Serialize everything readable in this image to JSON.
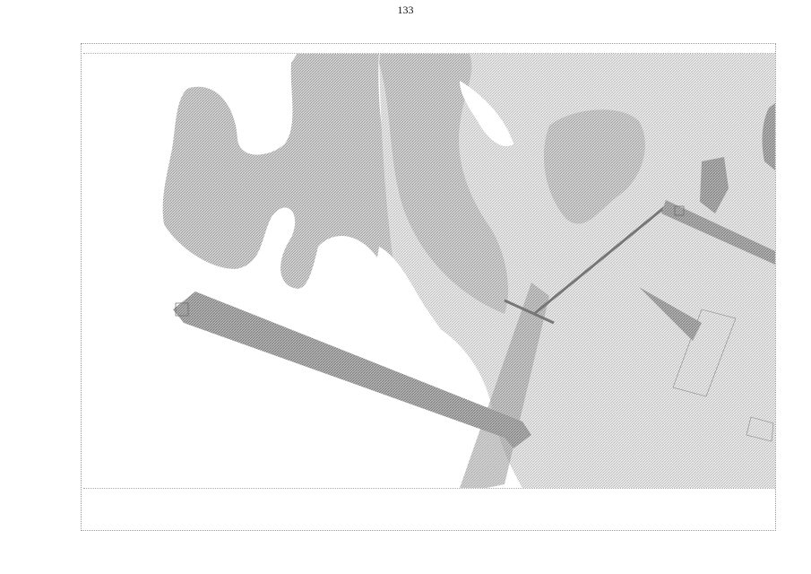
{
  "page": {
    "number": "133"
  },
  "colors": {
    "paper": "#ffffff",
    "hatch_light": "#cfcfcf",
    "hatch_mid": "#b3b3b3",
    "hatch_dark": "#8f8f8f",
    "frame": "#9a9a9a"
  },
  "map": {
    "header_line_1": "",
    "header_line_2": "",
    "features": [
      {
        "name": "western-hatched-area",
        "tone": "mid"
      },
      {
        "name": "river-channel-area",
        "tone": "light"
      },
      {
        "name": "central-ridge-area",
        "tone": "mid"
      },
      {
        "name": "upper-right-dark-patch",
        "tone": "mid"
      },
      {
        "name": "embankment-strip",
        "tone": "dark"
      },
      {
        "name": "road-corridor",
        "tone": "light"
      },
      {
        "name": "pipeline-right-arm",
        "tone": "dark"
      }
    ]
  },
  "legend": {
    "lines": [
      "",
      "",
      "",
      "",
      "",
      ""
    ]
  }
}
